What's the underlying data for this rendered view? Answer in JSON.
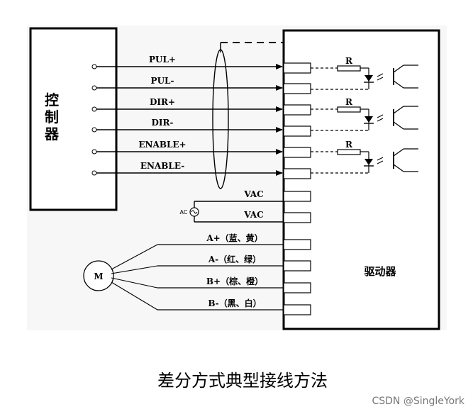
{
  "controller": {
    "label": [
      "控",
      "制",
      "器"
    ]
  },
  "driver": {
    "label": "驱动器"
  },
  "signals": [
    "PUL+",
    "PUL-",
    "DIR+",
    "DIR-",
    "ENABLE+",
    "ENABLE-"
  ],
  "resistor_label": "R",
  "power": {
    "source_label": "AC",
    "lines": [
      "VAC",
      "VAC"
    ]
  },
  "motor": {
    "label": "M",
    "phases": [
      "A+（蓝、黄）",
      "A-（红、绿）",
      "B+（棕、橙）",
      "B-（黑、白）"
    ]
  },
  "caption": "差分方式典型接线方法",
  "watermark": "CSDN @SingleYork"
}
